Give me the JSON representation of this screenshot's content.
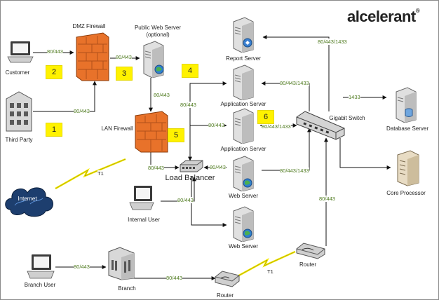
{
  "logo": {
    "text": "alcelerant",
    "mark": "®"
  },
  "nodes": {
    "customer": "Customer",
    "third_party": "Third Party",
    "dmz_firewall": "DMZ Firewall",
    "public_web_server": "Public Web Server",
    "public_web_server_note": "(optional)",
    "lan_firewall": "LAN Firewall",
    "internet": "Internet",
    "load_balancer": "Load Balancer",
    "internal_user": "Internal User",
    "report_server": "Report Server",
    "application_server_1": "Application Server",
    "application_server_2": "Application Server",
    "web_server_1": "Web Server",
    "web_server_2": "Web Server",
    "gigabit_switch": "Gigabit Switch",
    "database_server": "Database Server",
    "core_processor": "Core Processor",
    "branch_user": "Branch User",
    "branch": "Branch",
    "router_bottom": "Router",
    "router_right": "Router"
  },
  "badges": [
    "1",
    "2",
    "3",
    "4",
    "5",
    "6"
  ],
  "ports": {
    "customer_dmz": "80/443",
    "third_party_dmz": "80/443",
    "dmz_public": "80/443",
    "public_lan": "80/443",
    "lan_lb": "80/443",
    "lb_app1": "80/443",
    "lb_app2": "80/443",
    "lb_web1": "80/443",
    "internal_lb": "80/443",
    "switch_report": "80/443/1433",
    "switch_app1": "80/443/1433",
    "switch_app2": "80/443/1433",
    "switch_web": "80/443/1433",
    "switch_db": "1433",
    "router_switch": "80/443",
    "branchuser_branch": "80/443",
    "branch_router": "80/443",
    "t1_internet": "T1",
    "t1_routers": "T1"
  },
  "colors": {
    "firewall": "#e8722a",
    "server_body": "#d9d9d9",
    "port_text": "#4e7a1e",
    "badge": "#fff200",
    "lightning": "#f2e600"
  }
}
